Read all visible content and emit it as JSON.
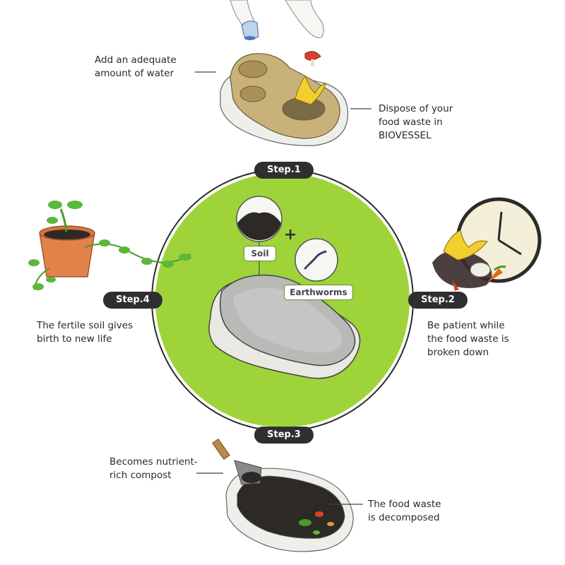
{
  "steps": {
    "step1": {
      "label": "Step.1"
    },
    "step2": {
      "label": "Step.2"
    },
    "step3": {
      "label": "Step.3"
    },
    "step4": {
      "label": "Step.4"
    }
  },
  "captions": {
    "add_water": [
      "Add an adequate",
      "amount of water"
    ],
    "dispose": [
      "Dispose of your",
      "food waste in",
      "BIOVESSEL"
    ],
    "patient": [
      "Be patient while",
      "the food waste is",
      "broken down"
    ],
    "fertile": [
      "The fertile soil gives",
      "birth to new life"
    ],
    "compost": [
      "Becomes nutrient-",
      "rich compost"
    ],
    "decomposed": [
      "The food waste",
      "is decomposed"
    ]
  },
  "center": {
    "soil_label": "Soil",
    "plus": "+",
    "worms_label": "Earthworms"
  },
  "colors": {
    "circle_fill": "#9fd33a",
    "circle_stroke": "#2b2b2b",
    "pill": "#2f2f31",
    "vessel_tan": "#c9b27a",
    "soil": "#2d2a26",
    "leaf": "#5cb83a"
  }
}
